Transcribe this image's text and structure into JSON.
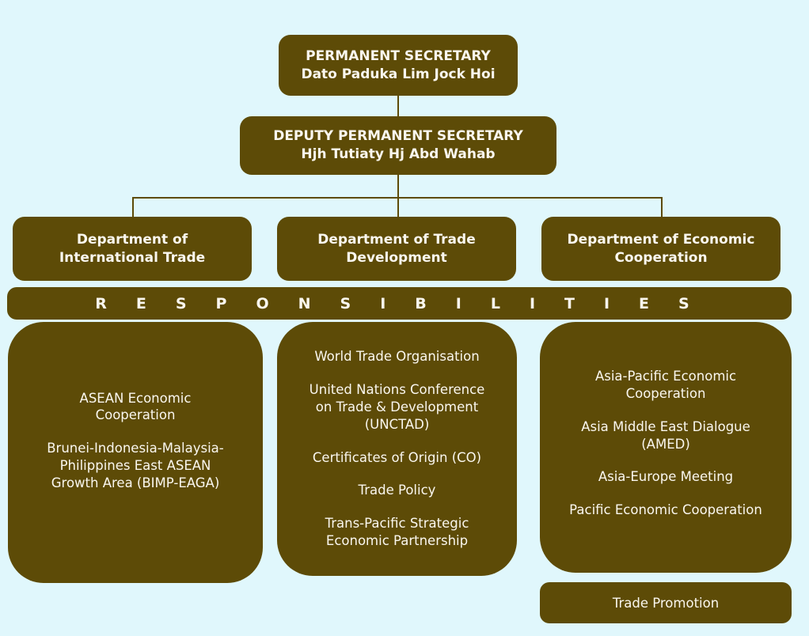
{
  "colors": {
    "background": "#e0f7fc",
    "box_fill": "#5d4b07",
    "box_text": "#faf7ef",
    "connector": "#5d4b07"
  },
  "org": {
    "permanent_secretary": {
      "title": "PERMANENT SECRETARY",
      "name": "Dato Paduka Lim Jock Hoi"
    },
    "deputy_permanent_secretary": {
      "title": "DEPUTY PERMANENT SECRETARY",
      "name": "Hjh Tutiaty Hj Abd Wahab"
    },
    "departments": [
      {
        "label": "Department of International Trade"
      },
      {
        "label": "Department of Trade Development"
      },
      {
        "label": "Department of Economic Cooperation"
      }
    ],
    "responsibilities_label": "RESPONSIBILITIES",
    "groups": [
      {
        "department": "Department of International Trade",
        "items": [
          "ASEAN Economic Cooperation",
          "Brunei-Indonesia-Malaysia-Philippines East ASEAN Growth Area (BIMP-EAGA)"
        ]
      },
      {
        "department": "Department of Trade Development",
        "items": [
          "World Trade Organisation",
          "United Nations Conference on Trade & Development (UNCTAD)",
          "Certificates of Origin (CO)",
          "Trade Policy",
          "Trans-Pacific Strategic Economic Partnership"
        ]
      },
      {
        "department": "Department of Economic Cooperation",
        "items": [
          "Asia-Pacific Economic Cooperation",
          "Asia Middle East Dialogue (AMED)",
          "Asia-Europe Meeting",
          "Pacific Economic Cooperation"
        ]
      }
    ],
    "extra_box_label": "Trade Promotion"
  }
}
